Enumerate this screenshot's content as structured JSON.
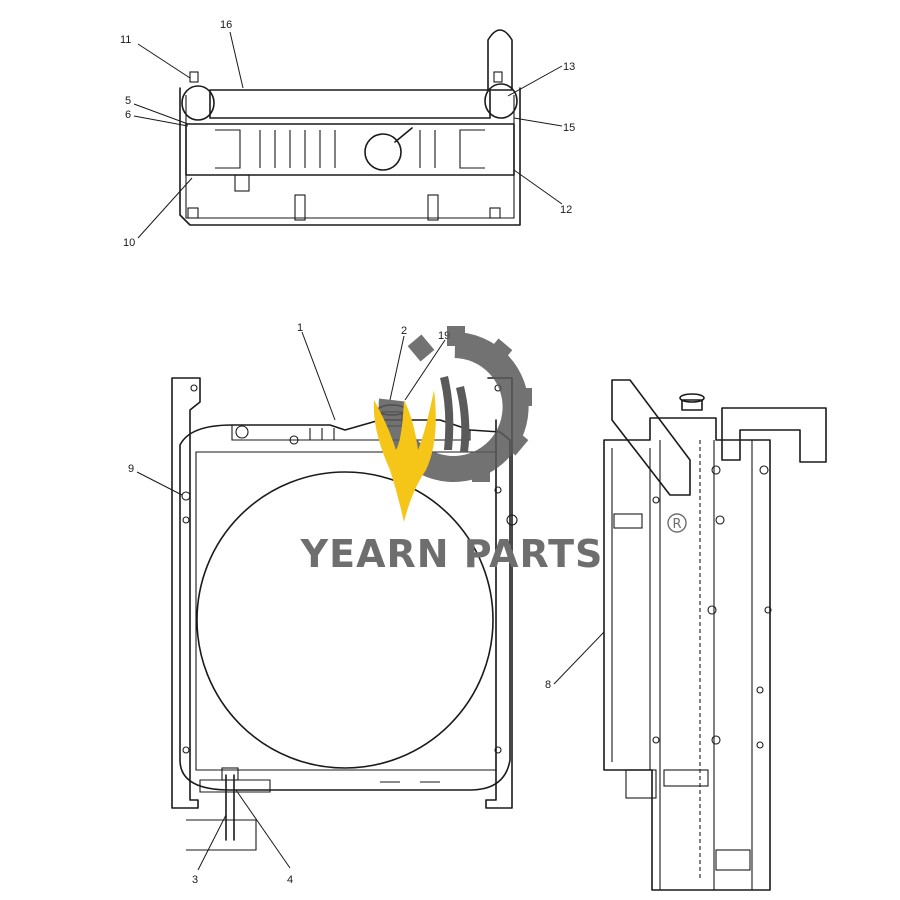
{
  "callouts": {
    "c1": "1",
    "c2": "2",
    "c3": "3",
    "c4": "4",
    "c5": "5",
    "c6": "6",
    "c8": "8",
    "c9": "9",
    "c10": "10",
    "c11": "11",
    "c12": "12",
    "c13": "13",
    "c15": "15",
    "c16": "16",
    "c19": "19"
  },
  "watermark": {
    "brand": "YEARN PARTS",
    "registered": "R",
    "gear_color": "#5a5a5a",
    "flame_color": "#f5c518",
    "text_color": "#6e6e6e"
  }
}
